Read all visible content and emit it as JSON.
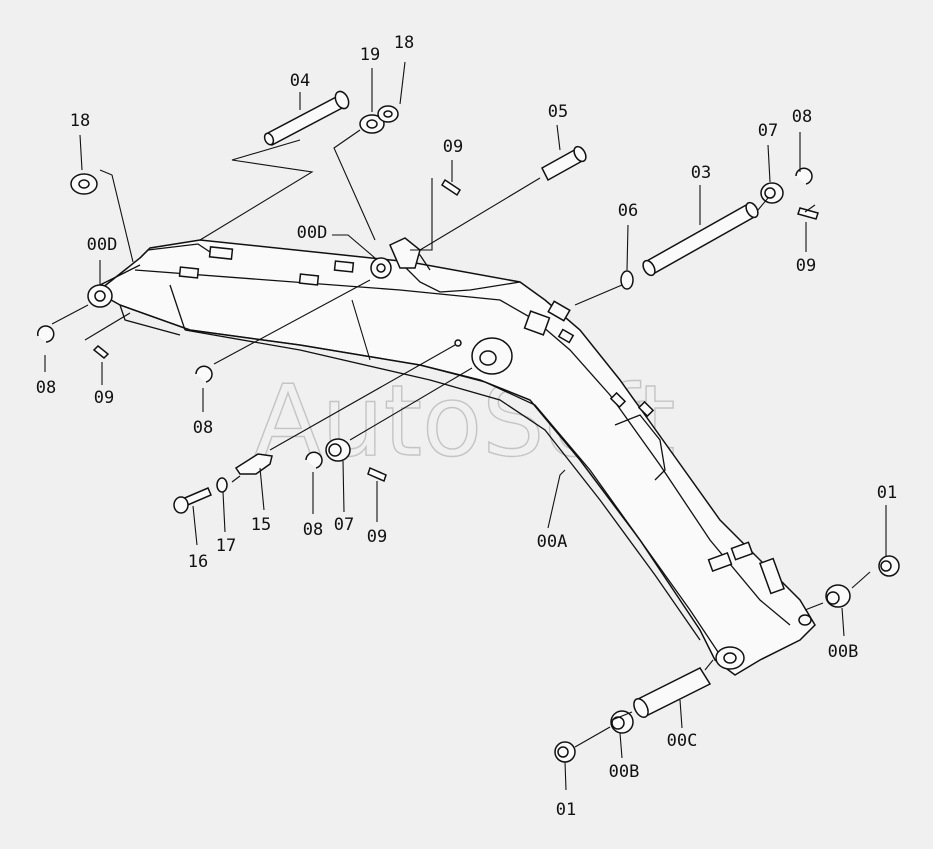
{
  "diagram": {
    "watermark": "AutoSoft",
    "callouts": {
      "c01_right": "01",
      "c01_bottom": "01",
      "c03": "03",
      "c04": "04",
      "c05": "05",
      "c06": "06",
      "c07_top": "07",
      "c07_mid": "07",
      "c08_top": "08",
      "c08_left": "08",
      "c08_center": "08",
      "c08_mid": "08",
      "c09_top": "09",
      "c09_right": "09",
      "c09_left": "09",
      "c09_mid": "09",
      "c15": "15",
      "c16": "16",
      "c17": "17",
      "c18_left": "18",
      "c18_top": "18",
      "c19": "19",
      "c00A": "00A",
      "c00B_right": "00B",
      "c00B_bottom": "00B",
      "c00C": "00C",
      "c00D_left": "00D",
      "c00D_top": "00D"
    }
  }
}
